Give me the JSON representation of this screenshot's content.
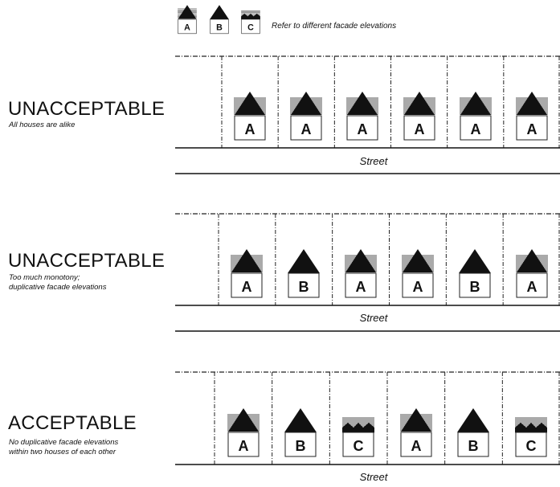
{
  "legend": {
    "items": [
      {
        "label": "A",
        "type": "A"
      },
      {
        "label": "B",
        "type": "B"
      },
      {
        "label": "C",
        "type": "C"
      }
    ],
    "text": "Refer to different facade elevations"
  },
  "sections": [
    {
      "rating": "UNACCEPTABLE",
      "description": [
        "All houses are alike"
      ],
      "houses": [
        "A",
        "A",
        "A",
        "A",
        "A",
        "A"
      ],
      "street": "Street"
    },
    {
      "rating": "UNACCEPTABLE",
      "description": [
        "Too much monotony;",
        "duplicative facade elevations"
      ],
      "houses": [
        "A",
        "B",
        "A",
        "A",
        "B",
        "A"
      ],
      "street": "Street"
    },
    {
      "rating": "ACCEPTABLE",
      "description": [
        "No duplicative facade elevations",
        "within two houses of each other"
      ],
      "houses": [
        "A",
        "B",
        "C",
        "A",
        "B",
        "C"
      ],
      "street": "Street"
    }
  ]
}
